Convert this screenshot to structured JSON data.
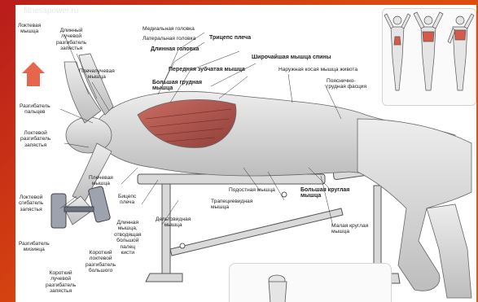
{
  "watermark": "fitnesspower.ru",
  "labels": {
    "medial_head": "Медиальная головка",
    "lateral_head": "Латеральная головка",
    "long_head": "Длинная головка",
    "triceps": "Трицепс плеча",
    "lat": "Широчайшая мышца спины",
    "serratus": "Передняя зубчатая мышца",
    "external_oblique": "Наружная косая мышца живота",
    "lumbar_fascia": "Пояснично-\nгрудная фасция",
    "pectoralis": "Большая грудная\nмышца",
    "ulnar_muscle": "Локтевая\nмышца",
    "ext_carpi_radialis_longus": "Длинный\nлучевой\nразгибатель\nзапястья",
    "brachioradialis": "Плечелучевая\nмышца",
    "ext_digitorum": "Разгибатель\nпальцев",
    "ext_carpi_ulnaris": "Локтевой\nразгибатель\nзапястья",
    "flexor_carpi_ulnaris": "Локтевой\nсгибатель\nзапястья",
    "ext_digiti_minimi": "Разгибатель\nмизинца",
    "ext_pollicis_brevis": "Короткий\nлучевой\nразгибатель\nзапястья",
    "ext_carpi_ulnaris_short": "Короткий\nлоктевой\nразгибатель\nбольшого",
    "brachialis": "Плечевая\nмышца",
    "biceps": "Бицепс\nплеча",
    "abductor_pollicis": "Длинная\nмышца,\nотводящая\nбольшой\nпалец\nкисти",
    "deltoid": "Дельтовидная\nмышца",
    "subscapularis": "Подостная мышца",
    "trapezius": "Трапециевидная\nмышца",
    "teres_major": "Большая круглая\nмышца",
    "teres_minor": "Малая круглая\nмышца"
  },
  "colors": {
    "muscle": "#b8625a",
    "arrow": "#e2553a",
    "frame": "#d9480f"
  }
}
